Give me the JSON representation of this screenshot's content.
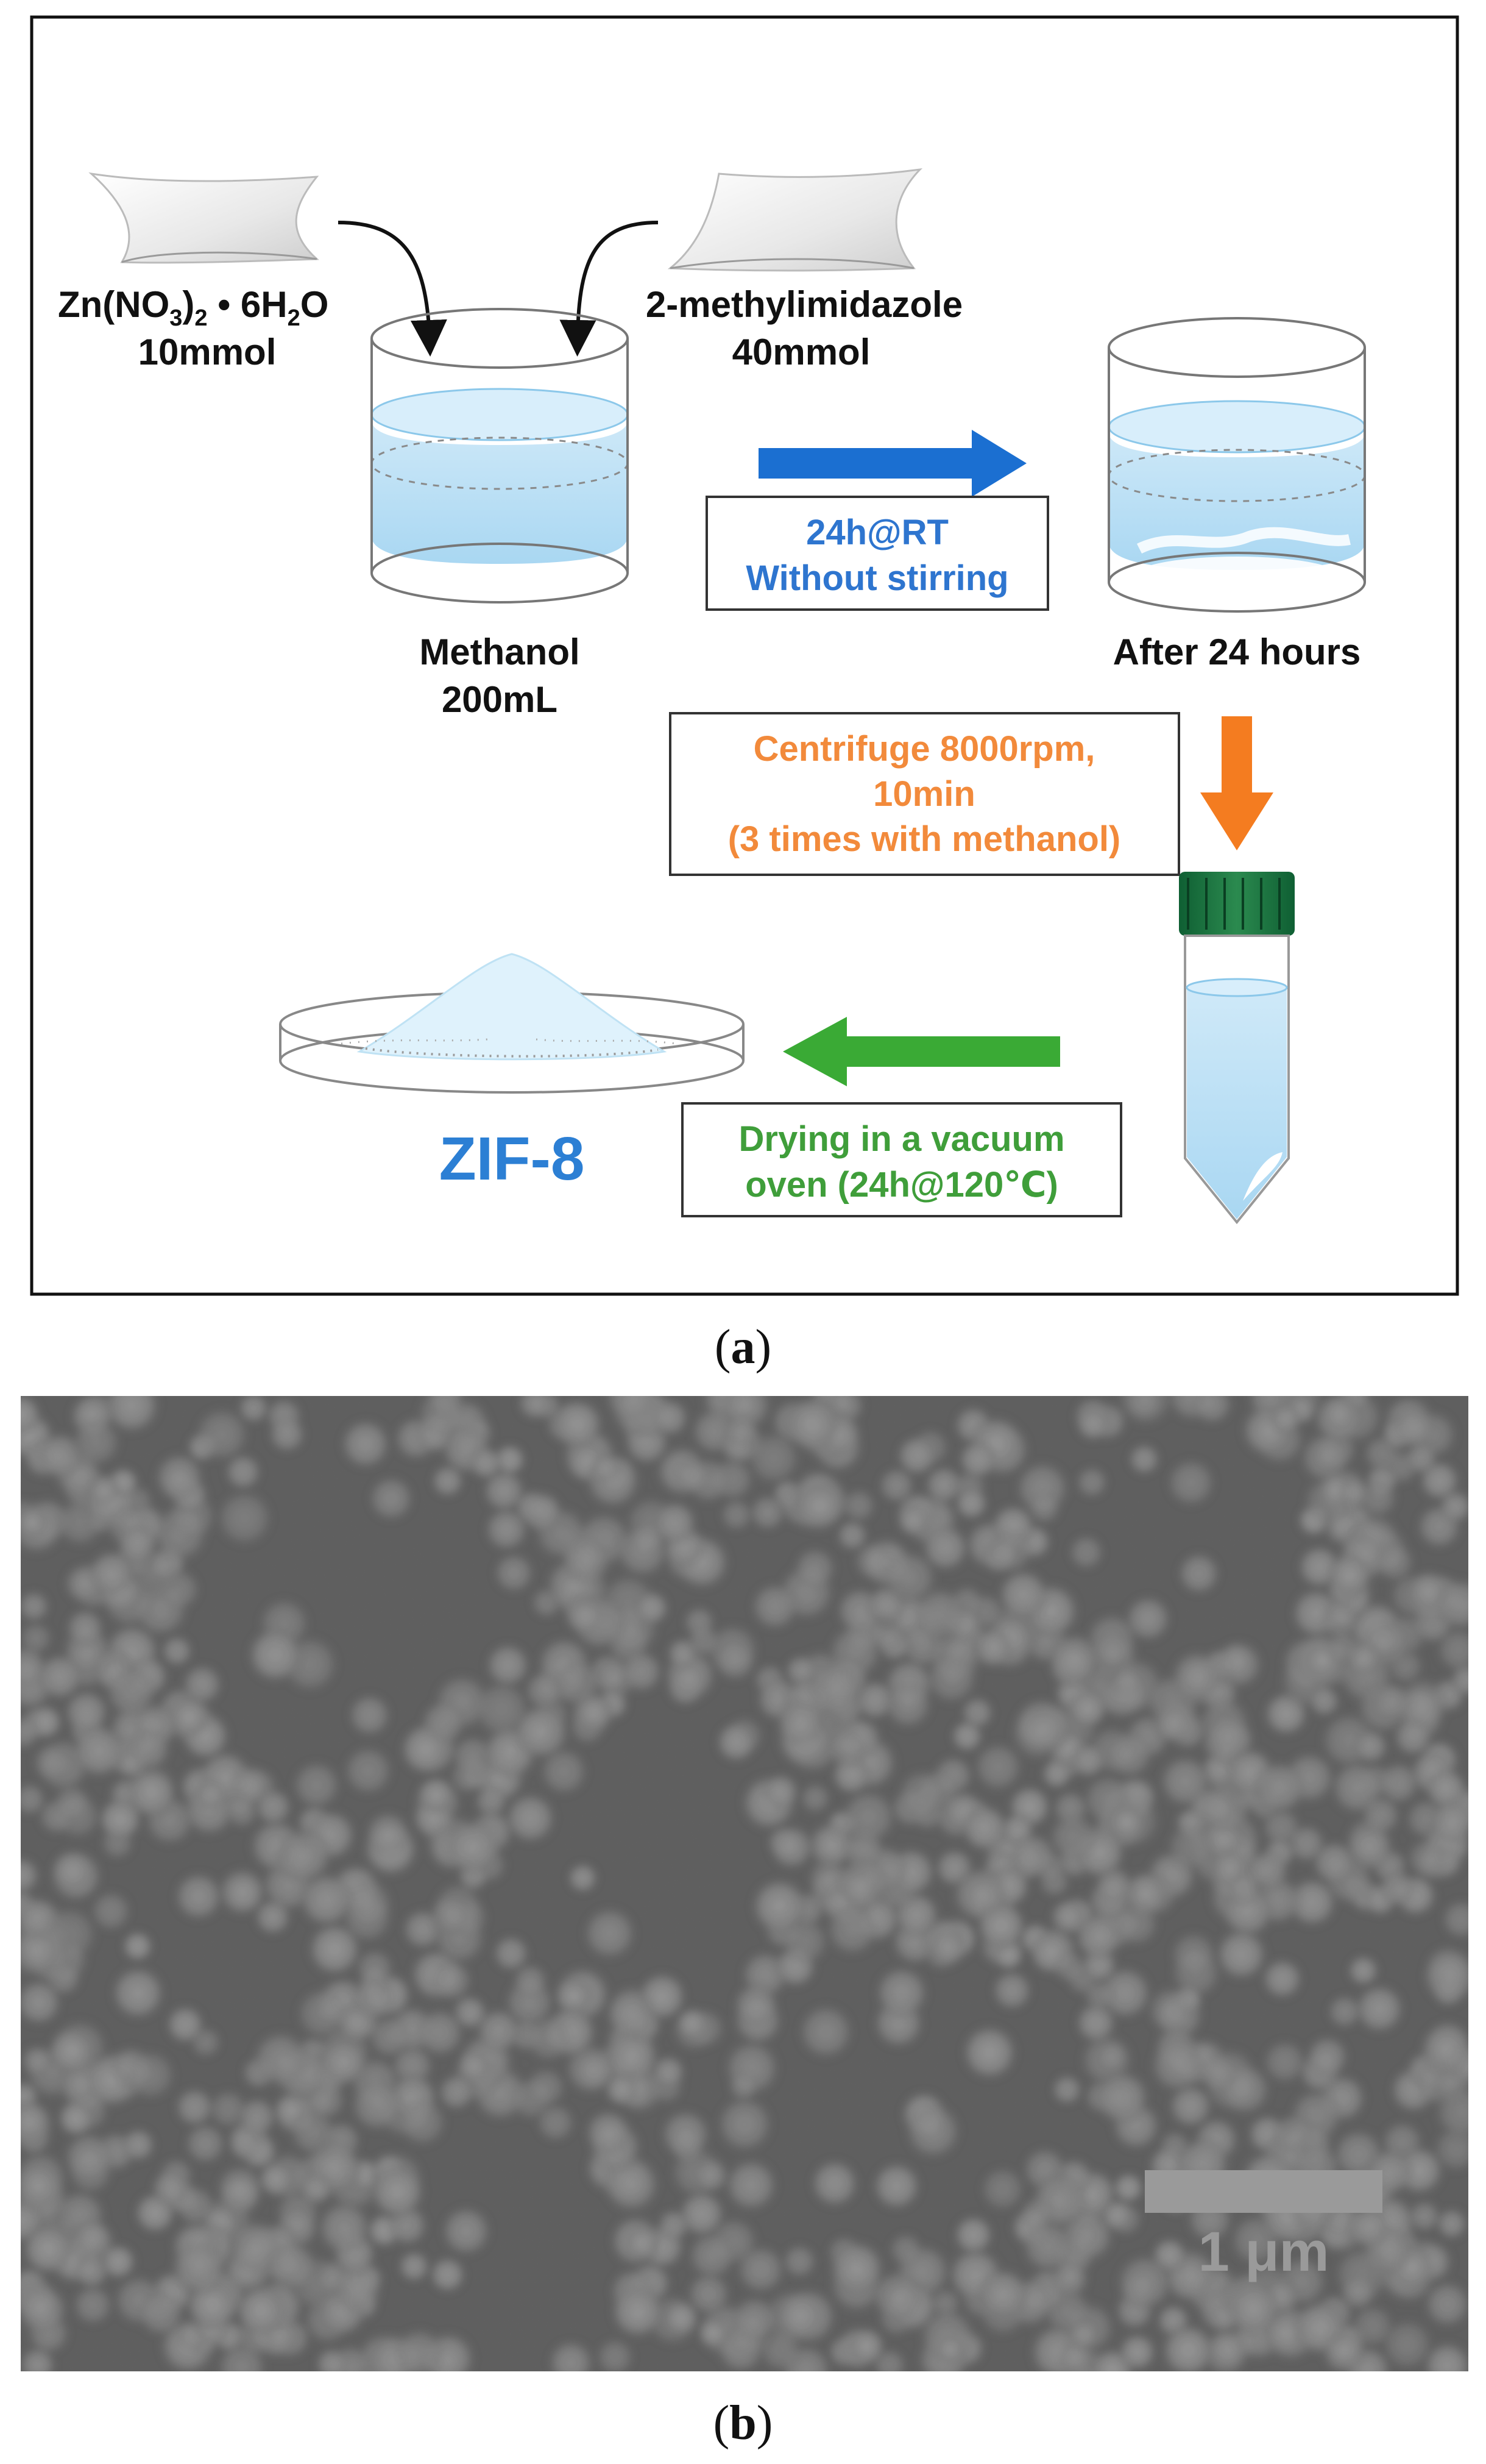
{
  "reagent_zn": {
    "formula_base": "Zn(NO",
    "sub_1": "3",
    "paren_close": ")",
    "sub_2": "2",
    "dot_water": " • 6H",
    "sub_3": "2",
    "oxygen": "O",
    "amount": "10mmol"
  },
  "reagent_mim": {
    "name": "2-methylimidazole",
    "amount": "40mmol"
  },
  "solvent": {
    "name": "Methanol",
    "volume": "200mL"
  },
  "step_reaction": {
    "line1": "24h@RT",
    "line2": "Without stirring",
    "color": "#2e75cf",
    "arrow_color": "#1b6fd1"
  },
  "after_label": "After 24 hours",
  "step_centrifuge": {
    "line1": "Centrifuge 8000rpm,",
    "line2": "10min",
    "line3": "(3 times with methanol)",
    "color": "#f28a3b",
    "arrow_color": "#f47c20"
  },
  "step_drying": {
    "line1": "Drying in a vacuum",
    "line2": "oven (24h@120℃)",
    "color": "#3f9e3a",
    "arrow_color": "#3aaa35"
  },
  "product_label": "ZIF-8",
  "product_color": "#2c7fd4",
  "caption_a": {
    "open": "(",
    "letter": "a",
    "close": ")"
  },
  "caption_b": {
    "open": "(",
    "letter": "b",
    "close": ")"
  },
  "scale_bar": {
    "label": "1 μm"
  }
}
